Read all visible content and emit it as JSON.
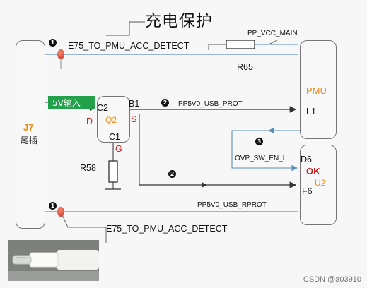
{
  "title": "充电保护",
  "blocks": {
    "j7": {
      "name": "J7",
      "subname": "尾插"
    },
    "q2": {
      "name": "Q2",
      "pin_d": "D",
      "pin_s": "S",
      "pin_g": "G",
      "pin_c2": "C2",
      "pin_b1": "B1",
      "pin_c1": "C1"
    },
    "pmu": {
      "name": "PMU",
      "pin_l1": "L1"
    },
    "u2": {
      "name": "U2",
      "status": "OK",
      "pin_d6": "D6",
      "pin_f6": "F6"
    }
  },
  "input_tag": "5V输入",
  "signals": {
    "top_detect": "E75_TO_PMU_ACC_DETECT",
    "bottom_detect": "E75_TO_PMU_ACC_DETECT",
    "pp_vcc_main": "PP_VCC_MAIN",
    "r65": "R65",
    "usb_prot": "PP5V0_USB_PROT",
    "usb_rprot": "PP5V0_USB_RPROT",
    "ovp": "OVP_SW_EN_L",
    "r58": "R58"
  },
  "markers": [
    "1",
    "2",
    "3",
    "2",
    "1"
  ],
  "watermark": "CSDN @a03910",
  "colors": {
    "accent": "#e88a1a",
    "status": "#c42020",
    "input_tag": "#22a04a",
    "net": "#5a8fb8"
  }
}
